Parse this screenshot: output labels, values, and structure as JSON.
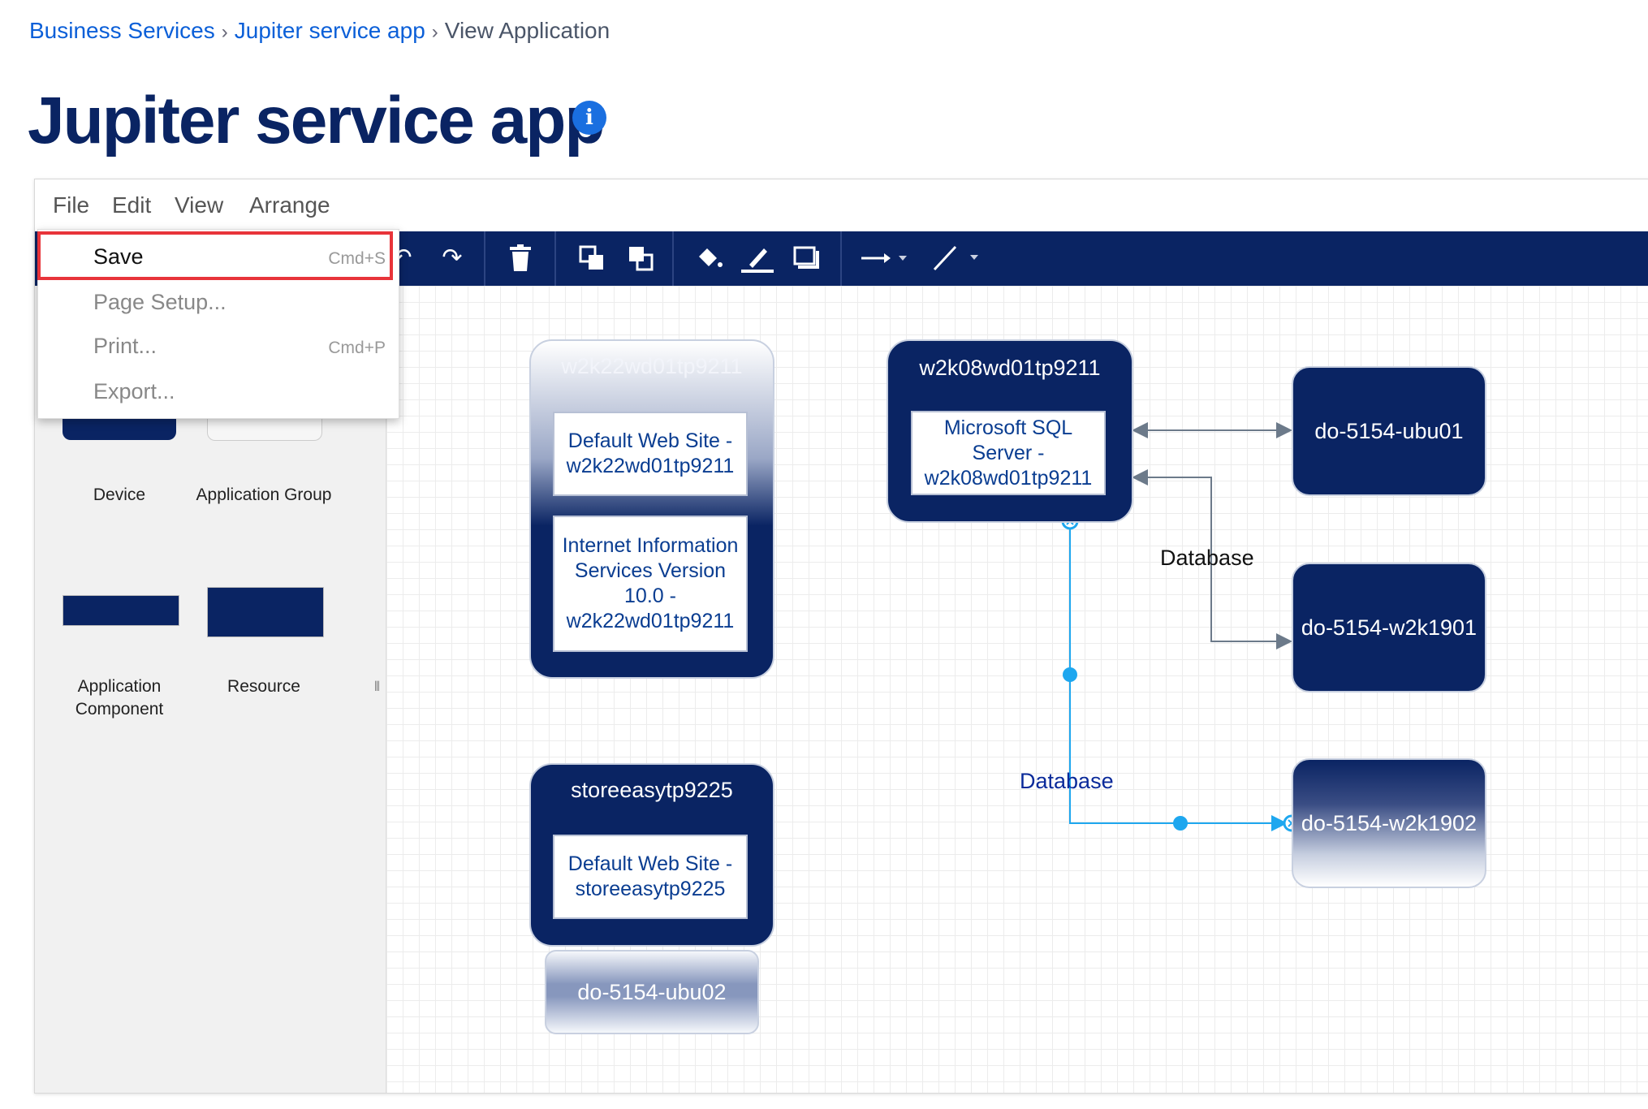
{
  "breadcrumb": {
    "items": [
      "Business Services",
      "Jupiter service app",
      "View Application"
    ],
    "separator": "›"
  },
  "page": {
    "title": "Jupiter service app",
    "info_icon": "i"
  },
  "menubar": {
    "items": [
      "File",
      "Edit",
      "View",
      "Arrange"
    ]
  },
  "toolbar": {
    "icons": [
      "undo-icon",
      "redo-icon",
      "delete-icon",
      "bring-to-front-icon",
      "send-to-back-icon",
      "fill-color-icon",
      "line-color-icon",
      "shadow-icon",
      "connection-style-icon",
      "waypoint-style-icon"
    ]
  },
  "file_menu": {
    "items": [
      {
        "label": "Save",
        "shortcut": "Cmd+S"
      },
      {
        "label": "Page Setup...",
        "shortcut": ""
      },
      {
        "label": "Print...",
        "shortcut": "Cmd+P"
      },
      {
        "label": "Export...",
        "shortcut": ""
      }
    ],
    "highlight_color": "#e8343a"
  },
  "sidebar": {
    "shapes": [
      {
        "label": "Device"
      },
      {
        "label": "Application Group"
      },
      {
        "label": "Application Component"
      },
      {
        "label": "Resource"
      }
    ],
    "handle": "⦀"
  },
  "diagram": {
    "nodes": {
      "w2k22": {
        "title": "w2k22wd01tp9211",
        "components": [
          "Default Web Site - w2k22wd01tp9211",
          "Internet Information Services Version 10.0 - w2k22wd01tp9211"
        ]
      },
      "w2k08": {
        "title": "w2k08wd01tp9211",
        "components": [
          "Microsoft SQL Server - w2k08wd01tp9211"
        ]
      },
      "storeeasy": {
        "title": "storeeasytp9225",
        "components": [
          "Default Web Site - storeeasytp9225"
        ]
      },
      "ubu01": {
        "title": "do-5154-ubu01"
      },
      "w2k1901": {
        "title": "do-5154-w2k1901"
      },
      "w2k1902": {
        "title": "do-5154-w2k1902"
      },
      "ubu02": {
        "title": "do-5154-ubu02"
      }
    },
    "edge_labels": {
      "database_black": "Database",
      "database_blue": "Database"
    }
  },
  "colors": {
    "brand_navy": "#0a2463",
    "link_blue": "#0b5fd8",
    "selection_blue": "#1ea7ef"
  }
}
